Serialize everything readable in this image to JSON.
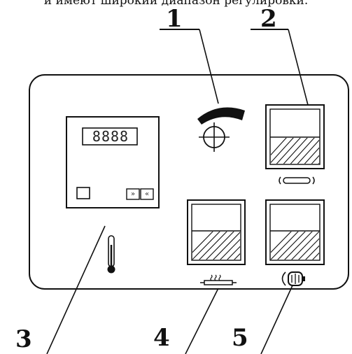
{
  "caption_fragment": "и имеют широкий диапазон регулировки.",
  "callouts": {
    "one": "1",
    "two": "2",
    "three": "3",
    "four": "4",
    "five": "5"
  },
  "display": {
    "digits": "8888"
  },
  "keys": {
    "down_glyph": "»",
    "up_glyph": "«"
  },
  "icons": {
    "knob": "crosshair-knob-icon",
    "heater": "heater-icon",
    "thermometer": "thermometer-icon",
    "motor": "motor-icon",
    "roller": "roller-icon"
  }
}
